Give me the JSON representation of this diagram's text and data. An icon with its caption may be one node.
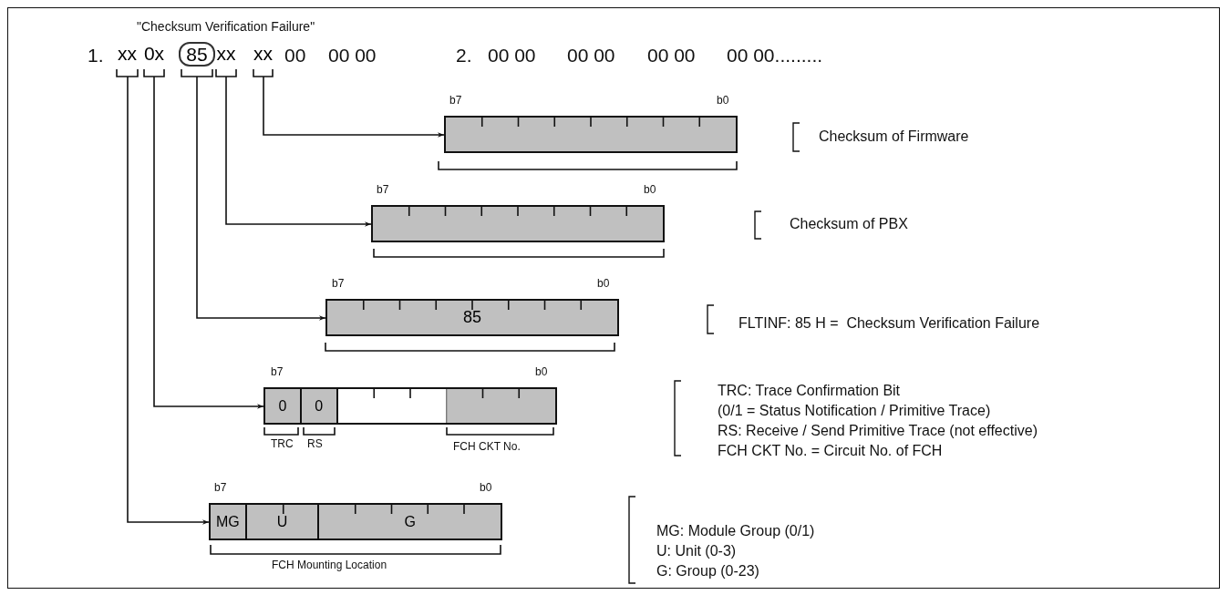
{
  "diagram": {
    "nodes": [
      {
        "text": [
          "xx"
        ]
      },
      {
        "text": [
          "0x"
        ]
      },
      {
        "text": [
          "85"
        ],
        "beside": [
          "\"Checksum Verification Failure\""
        ]
      },
      {
        "text": [
          "xx"
        ]
      },
      {
        "text": [
          "xx"
        ]
      },
      {
        "text": [],
        "shape": "bar"
      },
      {
        "text": [],
        "shape": "bar"
      },
      {
        "text": [
          "85"
        ]
      },
      {
        "text": [],
        "shape": "bar"
      },
      {
        "text": [
          "0"
        ],
        "in": 8
      },
      {
        "text": [
          "0"
        ],
        "in": 8
      },
      {
        "text": [],
        "shape": "bar"
      },
      {
        "text": [
          "MG"
        ],
        "in": 11
      },
      {
        "text": [
          "U"
        ],
        "in": 11
      },
      {
        "text": [
          "G"
        ],
        "in": 11
      }
    ],
    "edges": [
      {
        "from": 4,
        "to": 5,
        "arrow": "to"
      },
      {
        "from": 3,
        "to": 6,
        "arrow": "to"
      },
      {
        "from": 2,
        "to": 7,
        "arrow": "to"
      },
      {
        "from": 1,
        "to": 8,
        "arrow": "to"
      },
      {
        "from": 0,
        "to": 11,
        "arrow": "to"
      }
    ],
    "labels": [
      "1.",
      "00",
      "00 00",
      "2.",
      "00 00",
      "00 00",
      "00 00",
      "00 00.........",
      "b7",
      "b0",
      "Checksum of Firmware",
      "b7",
      "b0",
      "Checksum of PBX",
      "b7",
      "b0",
      "FLTINF: 85 H =  Checksum Verification Failure",
      "b7",
      "b0",
      "TRC: Trace Confirmation Bit",
      "(0/1 = Status Notification / Primitive Trace)",
      "RS: Receive / Send Primitive Trace (not effective)",
      "FCH CKT No. = Circuit No. of FCH",
      "TRC",
      "RS",
      "FCH CKT No.",
      "b7",
      "b0",
      "MG: Module Group (0/1)",
      "U: Unit (0-3)",
      "G: Group (0-23)",
      "FCH Mounting Location"
    ]
  }
}
